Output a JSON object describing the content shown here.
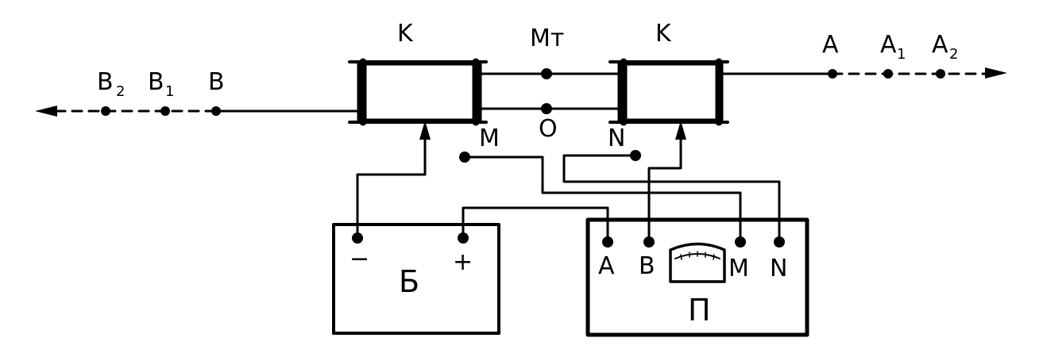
{
  "labels": {
    "coil_left": "K",
    "coil_right": "K",
    "center_top": "Мт",
    "center_bottom": "О",
    "electrode_m": "M",
    "electrode_n": "N",
    "b": "B",
    "b1_main": "B",
    "b1_sub": "1",
    "b2_main": "B",
    "b2_sub": "2",
    "a": "A",
    "a1_main": "A",
    "a1_sub": "1",
    "a2_main": "A",
    "a2_sub": "2",
    "battery": "Б",
    "battery_minus": "−",
    "battery_plus": "+",
    "meter": "П",
    "meter_a": "A",
    "meter_b": "B",
    "meter_m": "M",
    "meter_n": "N"
  },
  "colors": {
    "ink": "#000000",
    "background": "#ffffff"
  }
}
